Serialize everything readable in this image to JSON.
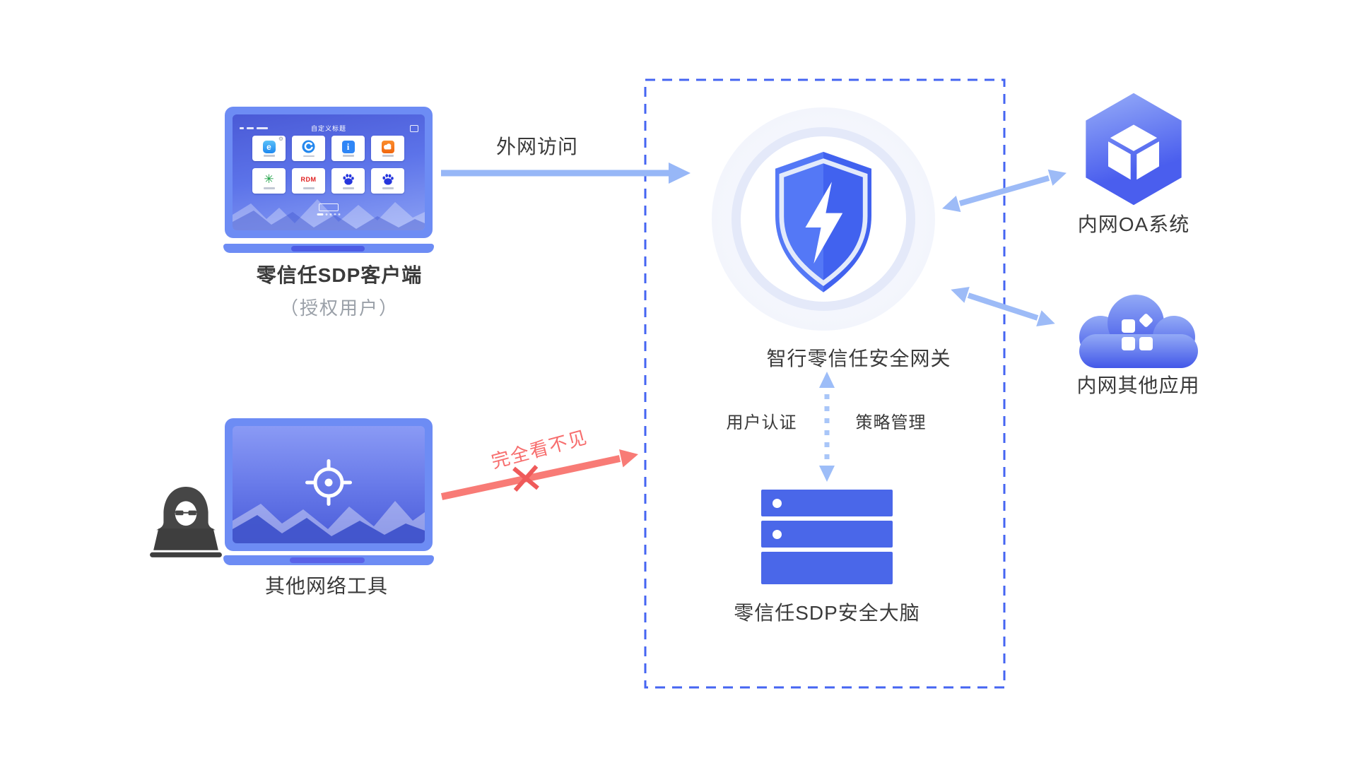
{
  "colors": {
    "primary_blue": "#4463f0",
    "light_arrow_blue": "#97b7f7",
    "frame_blue": "#6d8cf4",
    "server_blue": "#4a67e9",
    "alert_red": "#f87b76",
    "text_dark": "#3a3a3a",
    "text_gray": "#9aa0a8"
  },
  "client": {
    "label": "零信任SDP客户端",
    "sublabel": "（授权用户）",
    "screen_title": "自定义标题",
    "rdm": "RDM",
    "tile_icons": [
      "app-e-icon",
      "app-swirl-icon",
      "app-info-icon",
      "app-orange-cloud-icon",
      "app-green-burst-icon",
      "app-rdm-icon",
      "app-paw-icon",
      "app-paw-icon"
    ]
  },
  "flows": {
    "external_access": "外网访问",
    "blocked": "完全看不见",
    "auth": "用户认证",
    "policy": "策略管理"
  },
  "gateway": {
    "label": "智行零信任安全网关"
  },
  "brain": {
    "label": "零信任SDP安全大脑"
  },
  "oa_system": {
    "label": "内网OA系统"
  },
  "other_apps": {
    "label": "内网其他应用"
  },
  "attacker": {
    "label": "其他网络工具"
  }
}
